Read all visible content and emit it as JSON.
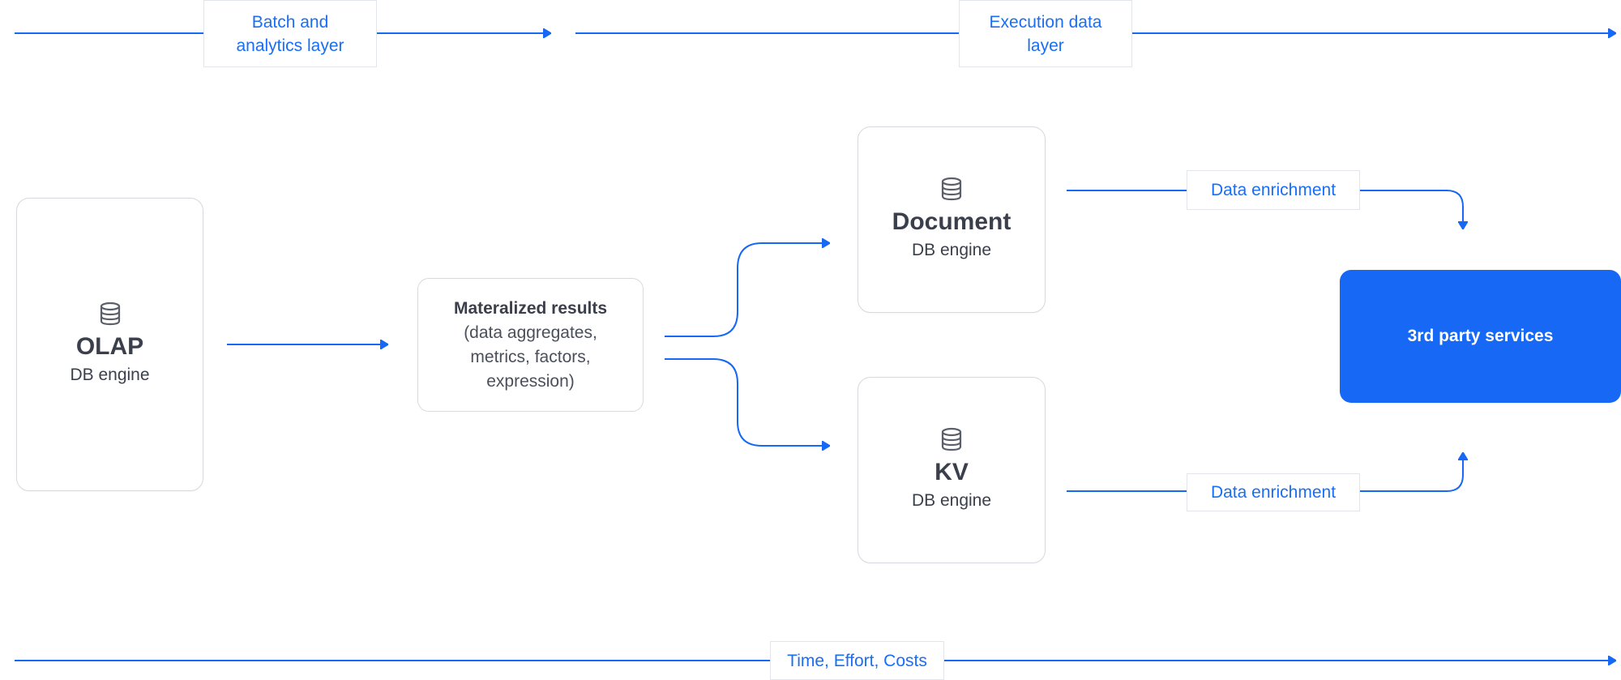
{
  "header": {
    "batch_layer_label": "Batch and analytics layer",
    "execution_layer_label": "Execution data layer"
  },
  "nodes": {
    "olap": {
      "title": "OLAP",
      "subtitle": "DB engine",
      "icon": "database-icon"
    },
    "materialized": {
      "title": "Materalized results",
      "lines": [
        "(data aggregates,",
        "metrics, factors,",
        "expression)"
      ]
    },
    "document": {
      "title": "Document",
      "subtitle": "DB engine",
      "icon": "database-icon"
    },
    "kv": {
      "title": "KV",
      "subtitle": "DB engine",
      "icon": "database-icon"
    },
    "third_party": {
      "label": "3rd party services"
    }
  },
  "edges": {
    "top_enrichment_label": "Data enrichment",
    "bottom_enrichment_label": "Data enrichment"
  },
  "footer": {
    "axis_label": "Time, Effort, Costs"
  },
  "colors": {
    "accent": "#1668f5",
    "text_dark": "#3a3f4b",
    "border": "#d6d9de"
  }
}
